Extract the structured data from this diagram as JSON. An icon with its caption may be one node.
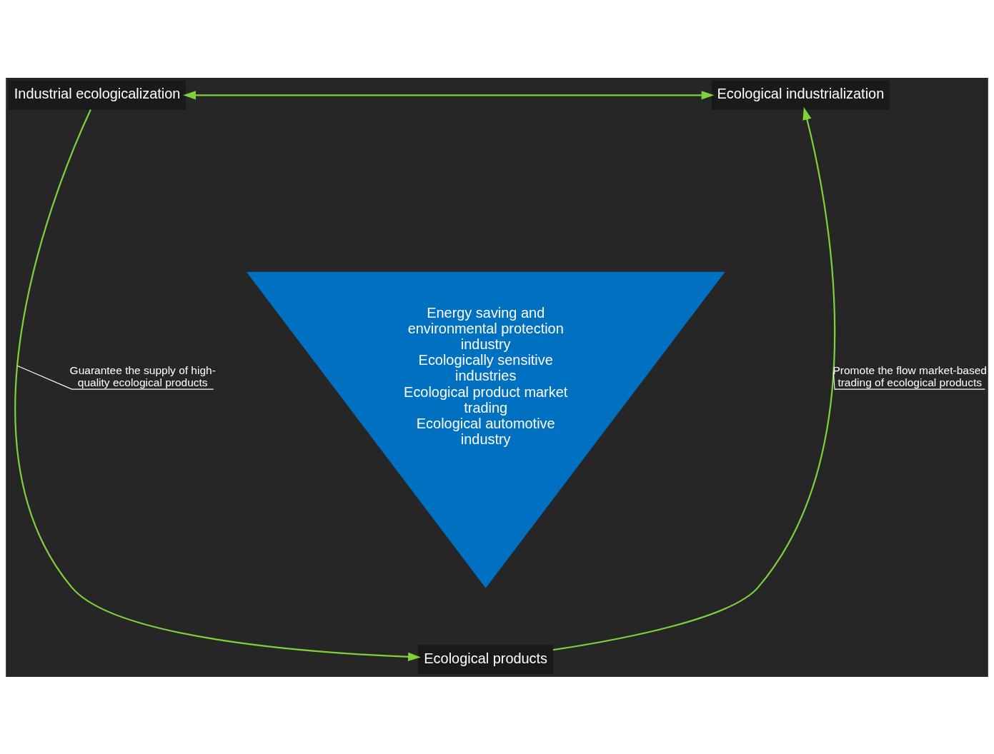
{
  "diagram": {
    "nodes": [
      {
        "text": [
          "Industrial ecologicalization"
        ]
      },
      {
        "text": [
          "Ecological industrialization"
        ]
      },
      {
        "text": [
          "Ecological products"
        ]
      },
      {
        "text": [
          "Energy saving and environmental protection industry",
          "Ecologically sensitive industries",
          "Ecological product market trading",
          "Ecological automotive industry"
        ]
      }
    ],
    "edges": [
      {
        "from": 0,
        "to": 1,
        "arrow": "both"
      },
      {
        "from": 0,
        "to": 2,
        "arrow": "to",
        "label": "Guarantee the supply of high-quality ecological products"
      },
      {
        "from": 2,
        "to": 1,
        "arrow": "to",
        "label": "Promote the flow market-based trading of ecological products"
      }
    ]
  }
}
